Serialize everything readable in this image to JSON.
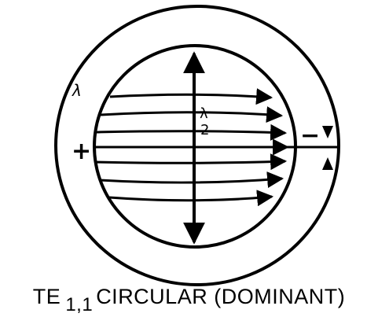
{
  "diagram": {
    "labels": {
      "outer_wavelength": "λ",
      "half_wavelength_num": "λ",
      "half_wavelength_den": "2",
      "plus": "+",
      "minus": "−"
    }
  },
  "caption": {
    "prefix": "TE",
    "subscript": "1,1",
    "suffix": "CIRCULAR (DOMINANT)"
  }
}
